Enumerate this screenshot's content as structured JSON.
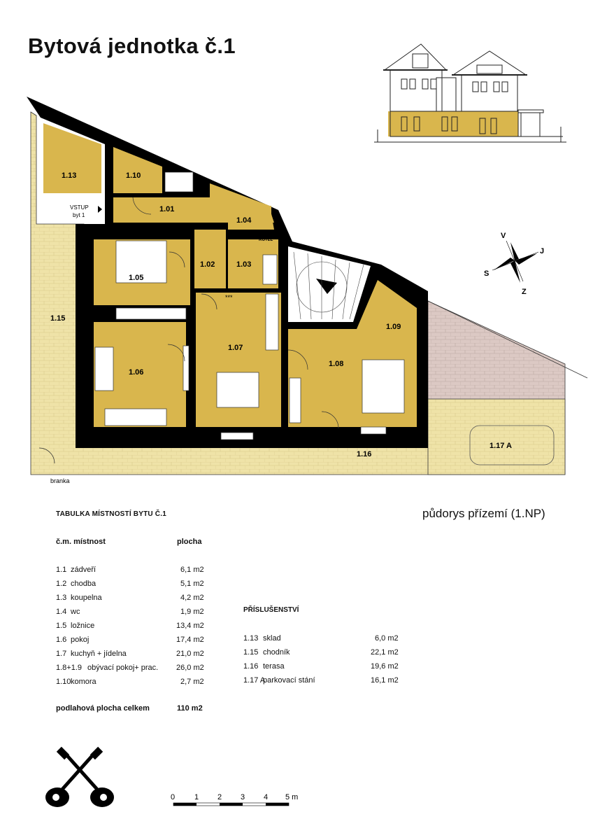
{
  "title": "Bytová jednotka č.1",
  "plan_subtitle": "půdorys přízemí (1.NP)",
  "plan": {
    "rooms": {
      "r101": "1.01",
      "r102": "1.02",
      "r103": "1.03",
      "r104": "1.04",
      "r105": "1.05",
      "r106": "1.06",
      "r107": "1.07",
      "r108": "1.08",
      "r109": "1.09",
      "r110": "1.10",
      "r113": "1.13",
      "r115": "1.15",
      "r116": "1.16",
      "r117": "1.17 A"
    },
    "labels": {
      "entry": "VSTUP",
      "entry_unit": "byt 1",
      "boiler": "KOTEL",
      "gate": "branka",
      "stars": "***"
    },
    "compass": {
      "north": "V",
      "east": "J",
      "south": "Z",
      "west": "S"
    }
  },
  "rooms_table": {
    "title": "TABULKA MÍSTNOSTÍ BYTU Č.1",
    "headers": {
      "number_room": "č.m. místnost",
      "area": "plocha"
    },
    "rows": [
      {
        "no": "1.1",
        "name": "zádveří",
        "area": "6,1 m2"
      },
      {
        "no": "1.2",
        "name": "chodba",
        "area": "5,1 m2"
      },
      {
        "no": "1.3",
        "name": "koupelna",
        "area": "4,2 m2"
      },
      {
        "no": "1.4",
        "name": "wc",
        "area": "1,9 m2"
      },
      {
        "no": "1.5",
        "name": "ložnice",
        "area": "13,4 m2"
      },
      {
        "no": "1.6",
        "name": "pokoj",
        "area": "17,4 m2"
      },
      {
        "no": "1.7",
        "name": "kuchyň + jídelna",
        "area": "21,0 m2"
      },
      {
        "no": "1.8+1.9",
        "name": "obývací pokoj+ prac.",
        "area": "26,0 m2"
      },
      {
        "no": "1.10",
        "name": "komora",
        "area": "2,7 m2"
      }
    ],
    "total_label": "podlahová plocha celkem",
    "total_value": "110 m2"
  },
  "accessories": {
    "title": "PŘÍSLUŠENSTVÍ",
    "rows": [
      {
        "no": "1.13",
        "name": "sklad",
        "area": "6,0 m2"
      },
      {
        "no": "1.15",
        "name": "chodník",
        "area": "22,1 m2"
      },
      {
        "no": "1.16",
        "name": "terasa",
        "area": "19,6 m2"
      },
      {
        "no": "1.17 A",
        "name": "parkovací stání",
        "area": "16,1 m2"
      }
    ]
  },
  "scale": {
    "t0": "0",
    "t1": "1",
    "t2": "2",
    "t3": "3",
    "t4": "4",
    "t5": "5 m"
  },
  "colors": {
    "room": "#D9B64D",
    "wall": "#000000",
    "paving": "#EFE3A8",
    "parking": "#DCC9C4"
  }
}
